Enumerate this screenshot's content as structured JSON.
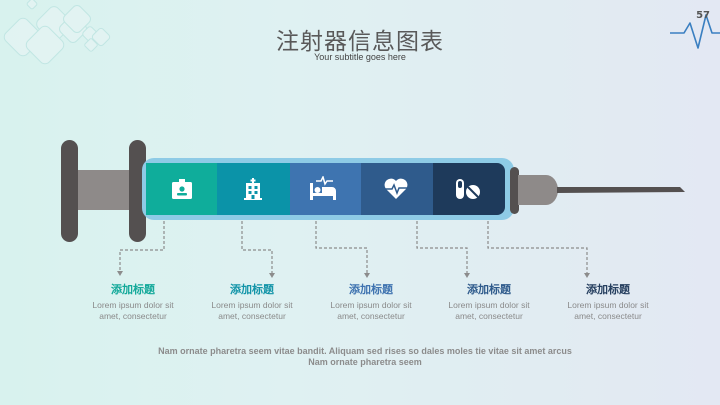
{
  "header": {
    "title": "注射器信息图表",
    "subtitle": "Your subtitle goes here",
    "page_number": "57"
  },
  "colors": {
    "segment_1": "#0fad9b",
    "segment_2": "#0b93a8",
    "segment_3": "#3e74b0",
    "segment_4": "#2f5b8c",
    "segment_5": "#1e3a5b",
    "barrel_frame": "#8ecbe6",
    "plunger_dark": "#545050",
    "plunger_gray": "#8e8a89",
    "connector": "#8c8c8c"
  },
  "segments": [
    {
      "icon": "id-badge-icon"
    },
    {
      "icon": "hospital-icon"
    },
    {
      "icon": "hospital-bed-icon"
    },
    {
      "icon": "heartbeat-icon"
    },
    {
      "icon": "pills-icon"
    }
  ],
  "items": [
    {
      "title": "添加标题",
      "desc_line1": "Lorem ipsum dolor sit",
      "desc_line2": "amet, consectetur",
      "color": "#13a99a"
    },
    {
      "title": "添加标题",
      "desc_line1": "Lorem ipsum dolor sit",
      "desc_line2": "amet, consectetur",
      "color": "#1294a8"
    },
    {
      "title": "添加标题",
      "desc_line1": "Lorem ipsum dolor sit",
      "desc_line2": "amet, consectetur",
      "color": "#3f73b0"
    },
    {
      "title": "添加标题",
      "desc_line1": "Lorem ipsum dolor sit",
      "desc_line2": "amet, consectetur",
      "color": "#2f5b8c"
    },
    {
      "title": "添加标题",
      "desc_line1": "Lorem ipsum dolor sit",
      "desc_line2": "amet, consectetur",
      "color": "#263f5f"
    }
  ],
  "footer": {
    "line1": "Nam ornate pharetra seem vitae bandit. Aliquam sed  rises so dales moles tie vitae sit amet arcus",
    "line2": "Nam ornate pharetra seem"
  }
}
